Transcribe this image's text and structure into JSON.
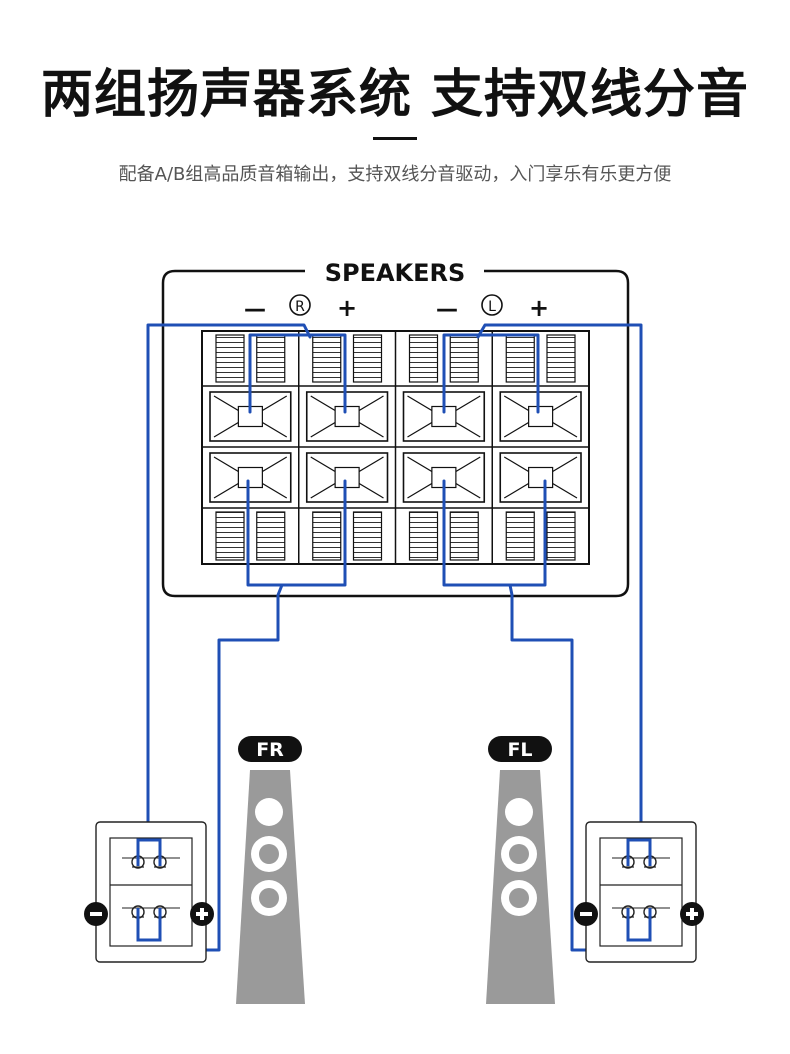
{
  "header": {
    "title": "两组扬声器系统 支持双线分音",
    "subtitle": "配备A/B组高品质音箱输出，支持双线分音驱动，入门享乐有乐更方便"
  },
  "panel": {
    "label": "SPEAKERS",
    "right_channel": {
      "minus": "—",
      "symbol": "R",
      "plus": "+"
    },
    "left_channel": {
      "minus": "—",
      "symbol": "L",
      "plus": "+"
    }
  },
  "speakers": {
    "front_right": {
      "badge": "FR"
    },
    "front_left": {
      "badge": "FL"
    }
  },
  "colors": {
    "wire": "#1f4fb5",
    "outline": "#111111",
    "cabinet": "#9a9a9a",
    "badge_bg": "#111111",
    "badge_text": "#ffffff"
  }
}
